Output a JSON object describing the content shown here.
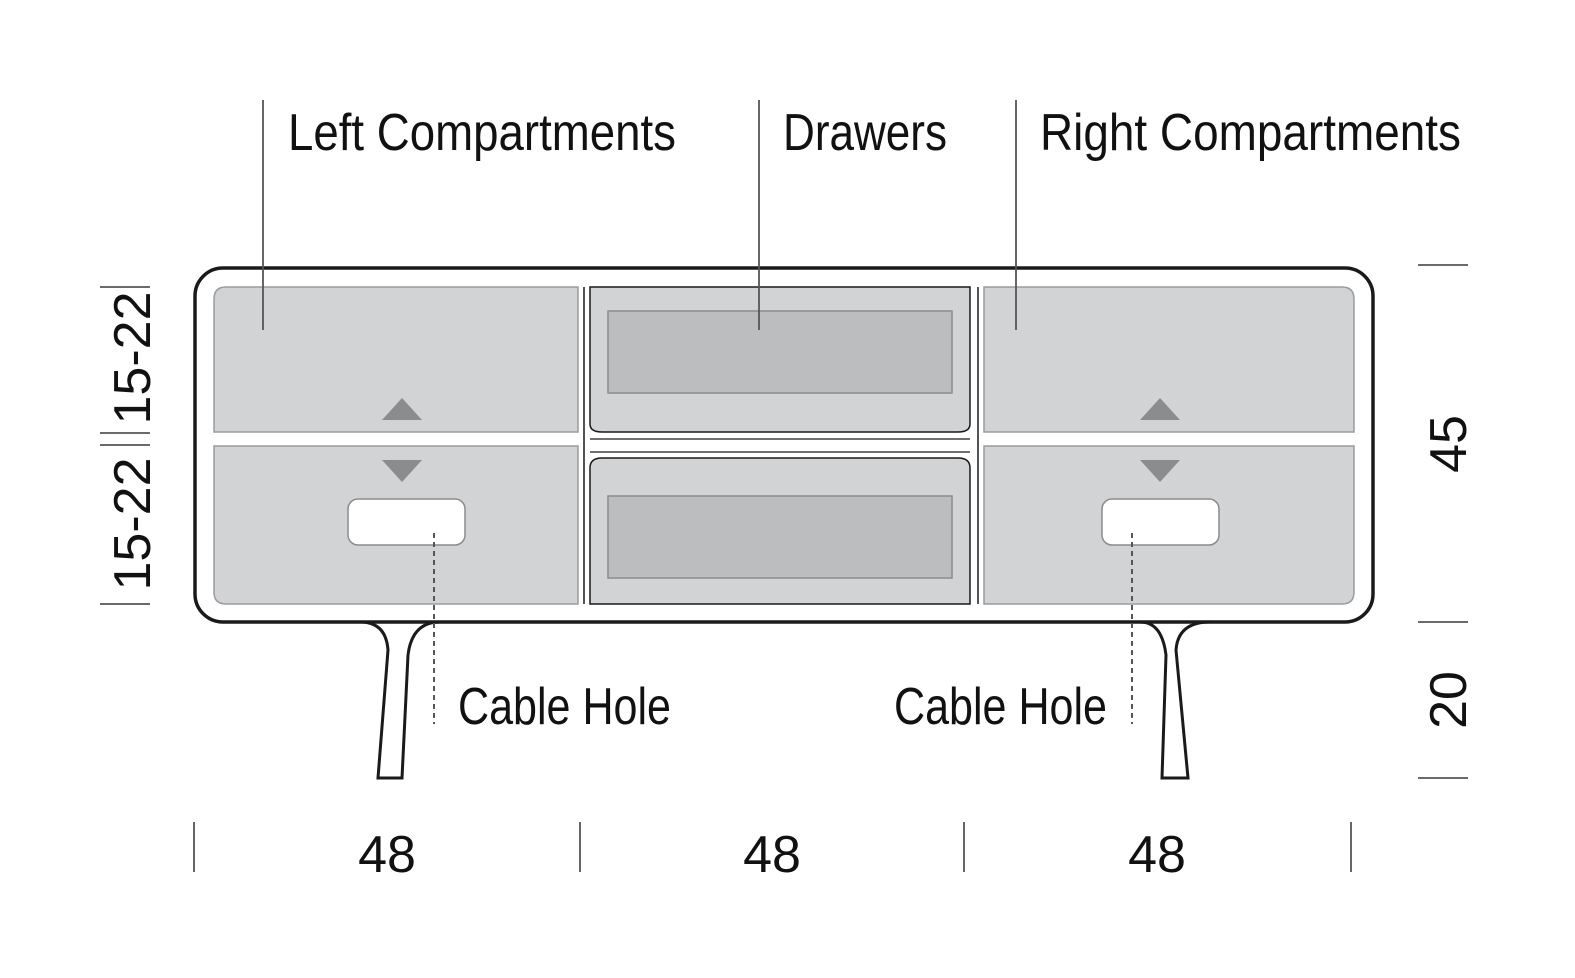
{
  "labels": {
    "left_compartments": "Left Compartments",
    "drawers": "Drawers",
    "right_compartments": "Right Compartments",
    "cable_hole_left": "Cable Hole",
    "cable_hole_right": "Cable Hole"
  },
  "dimensions": {
    "width_left": "48",
    "width_middle": "48",
    "width_right": "48",
    "height_body": "45",
    "height_legs": "20",
    "compartment_upper": "15-22",
    "compartment_lower": "15-22"
  },
  "colors": {
    "outline": "#1a1a1a",
    "panel": "#d2d3d5",
    "drawer_window": "#bcbdbf",
    "arrow": "#8a8c8e",
    "leader": "#555555"
  }
}
